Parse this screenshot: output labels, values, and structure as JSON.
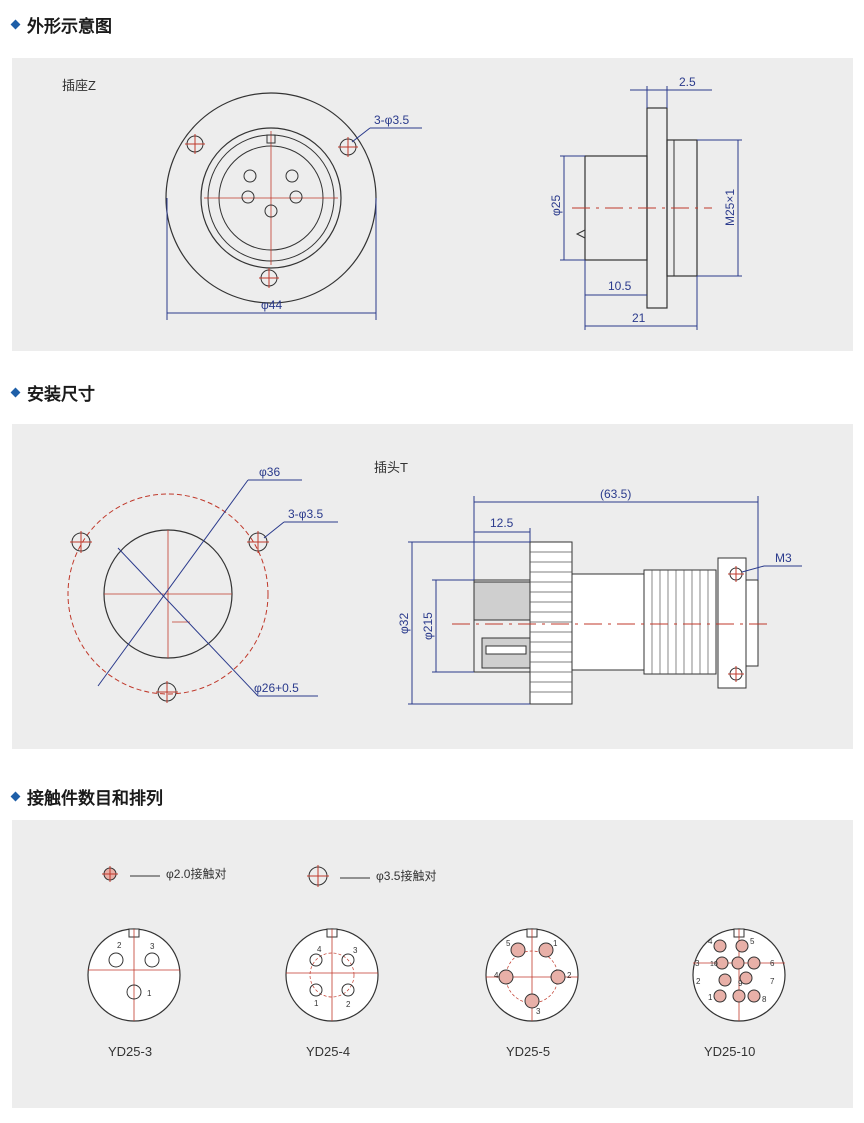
{
  "sections": [
    {
      "title": "外形示意图"
    },
    {
      "title": "安装尺寸"
    },
    {
      "title": "接触件数目和排列"
    }
  ],
  "fig1": {
    "socket_label": "插座Z",
    "holes_label": "3-φ3.5",
    "diameter_label": "φ44",
    "flange_thickness": "2.5",
    "body_diameter": "φ25",
    "thread": "M25×1",
    "body_length": "10.5",
    "total_length": "21"
  },
  "fig2": {
    "bolt_circle": "φ36",
    "holes_label": "3-φ3.5",
    "cutout": "φ26+0.5",
    "plug_label": "插头T",
    "overall_length": "(63.5)",
    "nut_length": "12.5",
    "outer_diameter": "φ32",
    "inner_diameter": "φ215",
    "screw": "M3"
  },
  "fig3": {
    "legend_small": "φ2.0接触对",
    "legend_large": "φ3.5接触对",
    "layouts": [
      {
        "name": "YD25-3",
        "pins": [
          "2",
          "3",
          "1"
        ]
      },
      {
        "name": "YD25-4",
        "pins": [
          "4",
          "3",
          "1",
          "2"
        ]
      },
      {
        "name": "YD25-5",
        "pins": [
          "5",
          "1",
          "4",
          "2",
          "3"
        ]
      },
      {
        "name": "YD25-10",
        "pins": [
          "4",
          "5",
          "3",
          "10",
          "6",
          "2",
          "9",
          "7",
          "1",
          "8"
        ]
      }
    ]
  },
  "colors": {
    "line": "#333333",
    "dim": "#2a3a8c",
    "center": "#c0392b",
    "panel": "#ededed"
  }
}
